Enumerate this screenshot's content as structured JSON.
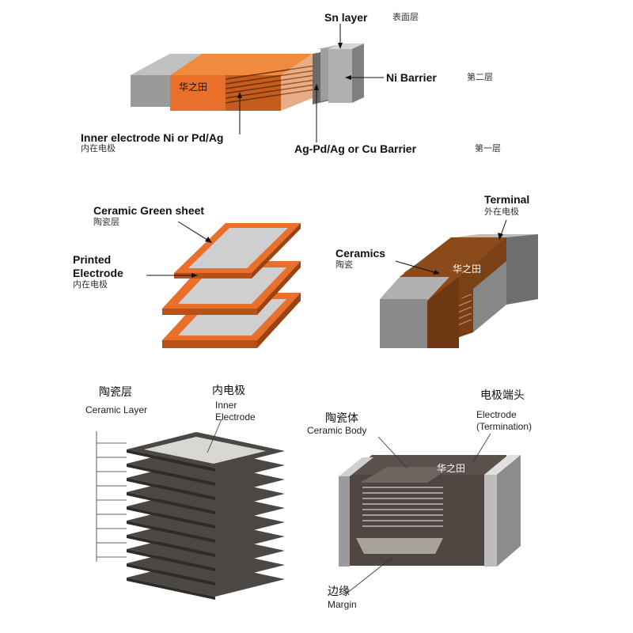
{
  "panel1": {
    "sn_layer": "Sn layer",
    "sn_layer_cn": "表面层",
    "ni_barrier": "Ni Barrier",
    "ni_barrier_cn": "第二层",
    "inner_electrode": "Inner electrode Ni or Pd/Ag",
    "inner_electrode_cn": "内在电极",
    "ag_barrier": "Ag-Pd/Ag or Cu Barrier",
    "ag_barrier_cn": "第一层",
    "watermark": "华之田"
  },
  "panel2": {
    "green_sheet": "Ceramic Green sheet",
    "green_sheet_cn": "陶瓷层",
    "printed_electrode_1": "Printed",
    "printed_electrode_2": "Electrode",
    "printed_electrode_cn": "内在电极"
  },
  "panel3": {
    "terminal": "Terminal",
    "terminal_cn": "外在电极",
    "ceramics": "Ceramics",
    "ceramics_cn": "陶瓷",
    "watermark": "华之田"
  },
  "panel4": {
    "ceramic_layer_cn": "陶瓷层",
    "ceramic_layer": "Ceramic Layer",
    "inner_electrode_cn": "内电极",
    "inner_electrode_1": "Inner",
    "inner_electrode_2": "Electrode"
  },
  "panel5": {
    "ceramic_body_cn": "陶瓷体",
    "ceramic_body": "Ceramic Body",
    "electrode_cn": "电极端头",
    "electrode_1": "Electrode",
    "electrode_2": "(Termination)",
    "margin_cn": "边缘",
    "margin": "Margin",
    "watermark": "华之田"
  },
  "colors": {
    "orange": "#e8702a",
    "dark_orange": "#a8501c",
    "grey": "#8a8a8a",
    "light_grey": "#c8c8c8",
    "dark_grey": "#5a5a5a",
    "brown": "#7a4418",
    "dark_layer": "#4a4745"
  }
}
